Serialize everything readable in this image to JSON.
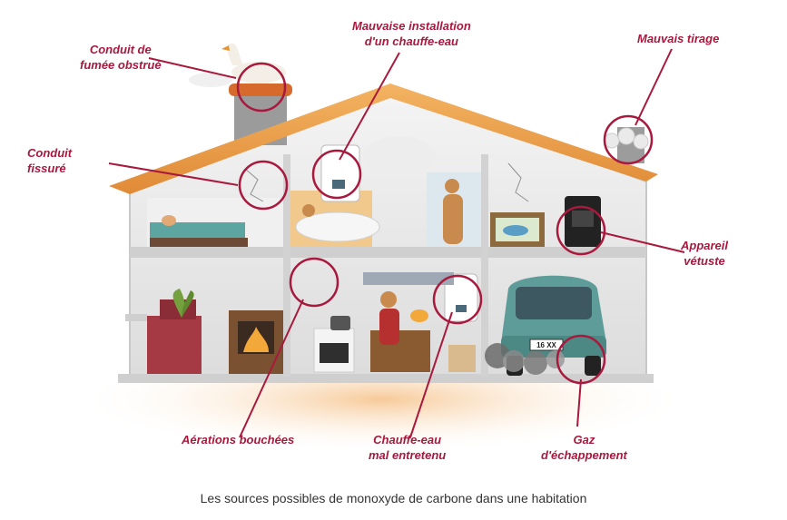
{
  "labels": {
    "conduit_fumee": [
      "Conduit de",
      "fumée obstrué"
    ],
    "chauffe_eau_install": [
      "Mauvaise installation",
      "d'un chauffe-eau"
    ],
    "mauvais_tirage": [
      "Mauvais tirage"
    ],
    "conduit_fissure": [
      "Conduit",
      "fissuré"
    ],
    "appareil_vetuste": [
      "Appareil",
      "vétuste"
    ],
    "aerations": [
      "Aérations bouchées"
    ],
    "chauffe_eau_entretien": [
      "Chauffe-eau",
      "mal entretenu"
    ],
    "gaz_echappement": [
      "Gaz",
      "d'échappement"
    ]
  },
  "plate_text": "16 XX",
  "caption": "Les sources possibles de monoxyde de carbone dans une habitation",
  "colors": {
    "accent": "#a8193d",
    "roof": "#e8a04a",
    "wall": "#e9e9e9",
    "car": "#5d9c98"
  }
}
